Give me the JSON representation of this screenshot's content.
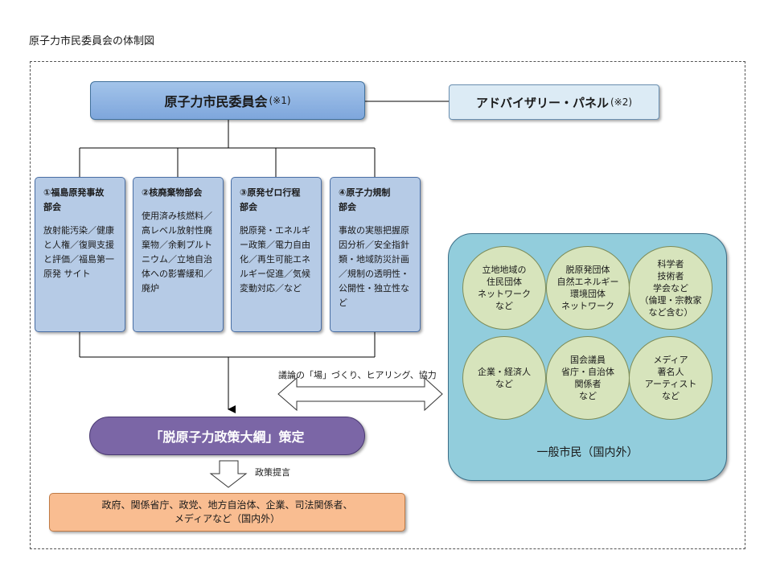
{
  "title": "原子力市民委員会の体制図",
  "committee": {
    "name": "原子力市民委員会",
    "note": "(※1)"
  },
  "panel": {
    "name": "アドバイザリー・パネル",
    "note": "(※2)"
  },
  "subcommittees": [
    {
      "heading": "①福島原発事故\n部会",
      "body": "放射能汚染／健康と人権／復興支援と評価／福島第一原発 サイト"
    },
    {
      "heading": "②核廃棄物部会",
      "body": "使用済み核燃料／高レベル放射性廃棄物／余剰プルトニウム／立地自治体への影響緩和／廃炉"
    },
    {
      "heading": "③原発ゼロ行程\n部会",
      "body": "脱原発・エネルギー政策／電力自由化／再生可能エネルギー促進／気候変動対応／など"
    },
    {
      "heading": "④原子力規制\n部会",
      "body": "事故の実態把握原因分析／安全指針類・地域防災計画 ／規制の透明性・公開性・独立性など"
    }
  ],
  "dialogue_label": "議論の「場」づくり、ヒアリング、協力",
  "policy": "「脱原子力政策大綱」策定",
  "proposal_label": "政策提言",
  "targets": "政府、関係省庁、政党、地方自治体、企業、司法関係者、\nメディアなど（国内外）",
  "citizen": {
    "label": "一般市民（国内外）",
    "groups": [
      "立地地域の\n住民団体\nネットワーク\nなど",
      "脱原発団体\n自然エネルギー\n環境団体\nネットワーク",
      "科学者\n技術者\n学会など\n（倫理・宗教家\nなど含む）",
      "企業・経済人\nなど",
      "国会議員\n省庁・自治体\n関係者\nなど",
      "メディア\n著名人\nアーティスト\nなど"
    ]
  },
  "colors": {
    "committee": "#8fb4e3",
    "panel": "#dcebf5",
    "subcommittee": "#b6cbe6",
    "policy": "#7b66a6",
    "targets": "#f9bd91",
    "citizen_bg": "#92cddc",
    "circle": "#d7e4bc"
  }
}
